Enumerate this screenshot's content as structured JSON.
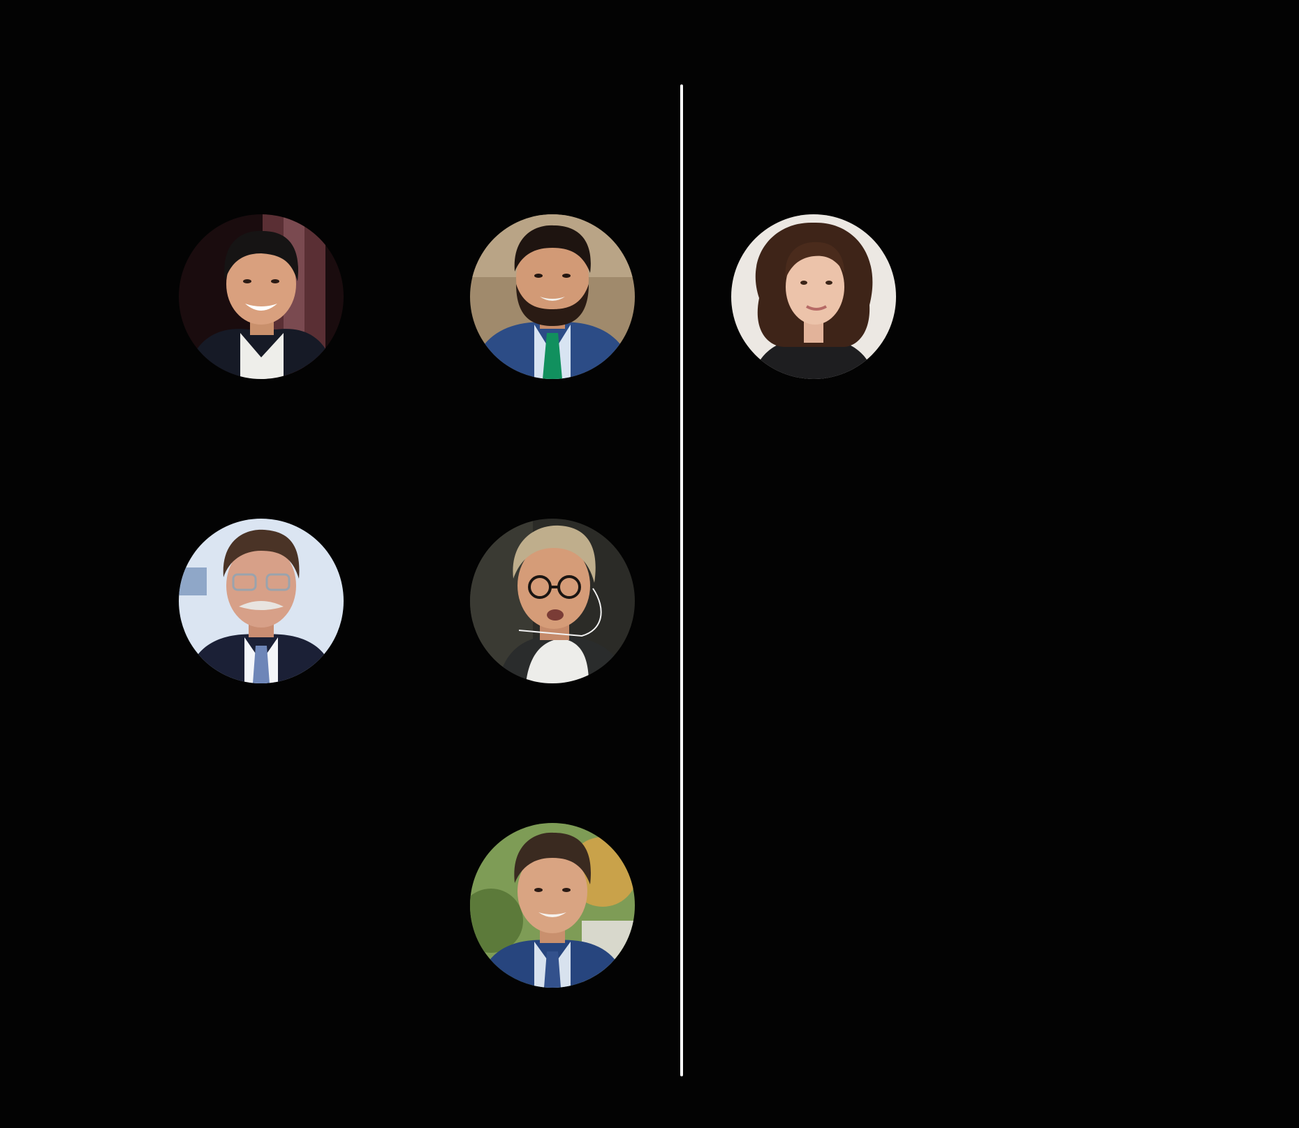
{
  "colors": {
    "background": "#030303",
    "divider": "#ffffff"
  },
  "columns": {
    "left": {
      "portraits": [
        {
          "icon": "portrait-dark-hair-smiling-white-shirt",
          "backdrop": "#2a1416"
        },
        {
          "icon": "portrait-beard-green-tie",
          "backdrop": "#9c8568"
        },
        {
          "icon": "portrait-glasses-moustache-striped-tie",
          "backdrop": "#d7e2f0"
        },
        {
          "icon": "portrait-glasses-headset-mic",
          "backdrop": "#2a2a26"
        },
        {
          "icon": "portrait-blue-suit-outdoors",
          "backdrop": "#7c9a54"
        }
      ]
    },
    "right": {
      "portraits": [
        {
          "icon": "portrait-curly-hair-woman",
          "backdrop": "#ebe7e2"
        }
      ]
    }
  }
}
